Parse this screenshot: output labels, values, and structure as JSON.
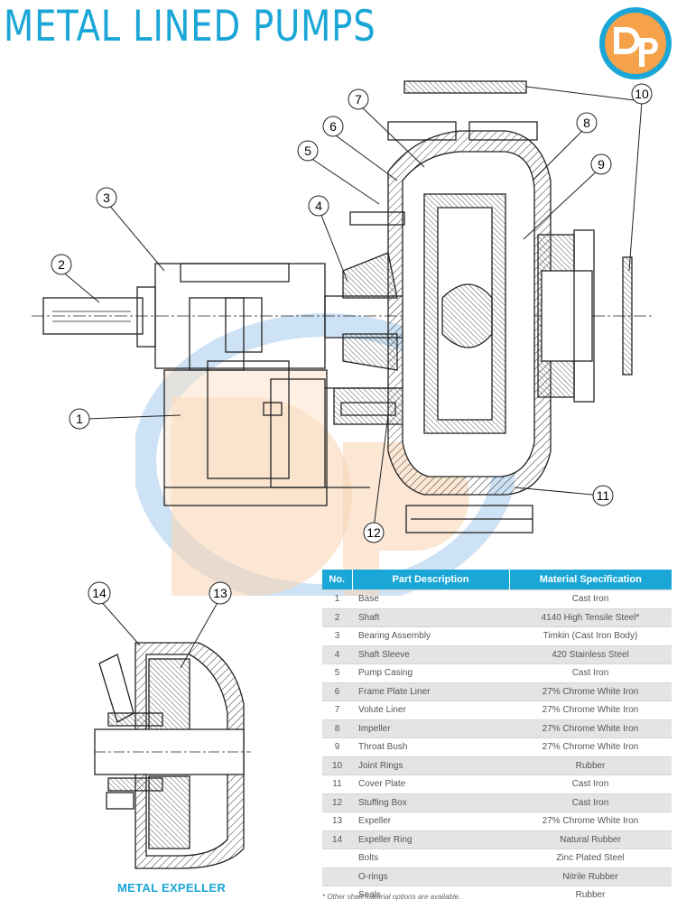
{
  "page": {
    "title": "METAL LINED PUMPS",
    "logo_text": "Dp",
    "expeller_label": "METAL EXPELLER",
    "footnote": "* Other shaft material options are available."
  },
  "colors": {
    "brand_blue": "#1aa6d6",
    "brand_orange": "#f5a24a",
    "table_header": "#1aa6d6",
    "row_alt": "#e4e4e4"
  },
  "callouts": [
    "1",
    "2",
    "3",
    "4",
    "5",
    "6",
    "7",
    "8",
    "9",
    "10",
    "11",
    "12",
    "13",
    "14"
  ],
  "table": {
    "headers": [
      "No.",
      "Part Description",
      "Material Specification"
    ],
    "rows": [
      {
        "no": "1",
        "desc": "Base",
        "mat": "Cast Iron"
      },
      {
        "no": "2",
        "desc": "Shaft",
        "mat": "4140 High Tensile Steel*"
      },
      {
        "no": "3",
        "desc": "Bearing Assembly",
        "mat": "Timkin (Cast Iron Body)"
      },
      {
        "no": "4",
        "desc": "Shaft Sleeve",
        "mat": "420 Stainless Steel"
      },
      {
        "no": "5",
        "desc": "Pump Casing",
        "mat": "Cast Iron"
      },
      {
        "no": "6",
        "desc": "Frame Plate Liner",
        "mat": "27% Chrome White Iron"
      },
      {
        "no": "7",
        "desc": "Volute Liner",
        "mat": "27% Chrome White Iron"
      },
      {
        "no": "8",
        "desc": "Impeller",
        "mat": "27% Chrome White Iron"
      },
      {
        "no": "9",
        "desc": "Throat Bush",
        "mat": "27% Chrome White Iron"
      },
      {
        "no": "10",
        "desc": "Joint Rings",
        "mat": "Rubber"
      },
      {
        "no": "11",
        "desc": "Cover Plate",
        "mat": "Cast Iron"
      },
      {
        "no": "12",
        "desc": "Stuffing Box",
        "mat": "Cast Iron"
      },
      {
        "no": "13",
        "desc": "Expeller",
        "mat": "27% Chrome White Iron"
      },
      {
        "no": "14",
        "desc": "Expeller Ring",
        "mat": "Natural Rubber"
      },
      {
        "no": "",
        "desc": "Bolts",
        "mat": "Zinc Plated Steel"
      },
      {
        "no": "",
        "desc": "O-rings",
        "mat": "Nitrile Rubber"
      },
      {
        "no": "",
        "desc": "Seals",
        "mat": "Rubber"
      }
    ]
  }
}
